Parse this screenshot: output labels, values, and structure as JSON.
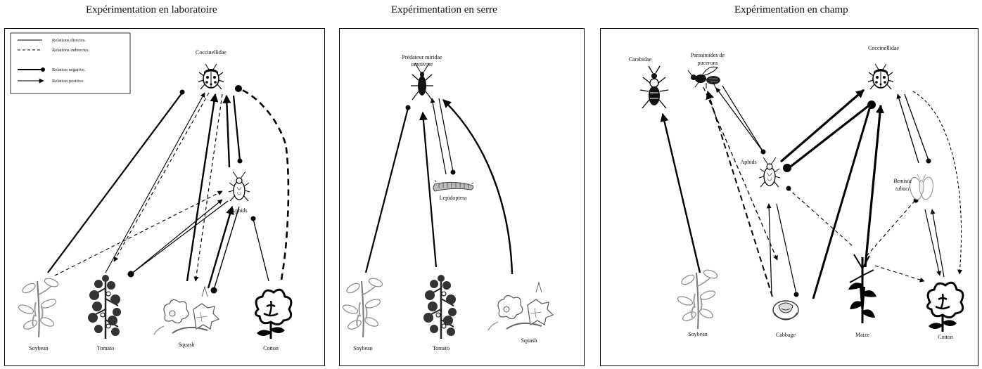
{
  "titles": {
    "lab": "Expérimentation en laboratoire",
    "greenhouse": "Expérimentation en serre",
    "field": "Expérimentation en champ"
  },
  "legend": {
    "direct": "Relations directes.",
    "indirect": "Relations indirectes.",
    "negative": "Relation négative.",
    "positive": "Relation positive."
  },
  "lab": {
    "coccinellidae": "Coccinellidae",
    "aphids": "Aphids",
    "soybean": "Soybean",
    "tomato": "Tomato",
    "squash": "Squash",
    "cotton": "Cotton"
  },
  "greenhouse": {
    "predator_line1": "Prédateur miridae",
    "predator_line2": "omnivore",
    "lepidoptera": "Lepidoptera",
    "soybean": "Soybean",
    "tomato": "Tomato",
    "squash": "Squash"
  },
  "field": {
    "carabidae": "Carabidae",
    "parasitoids_line1": "Parasitoïdes de",
    "parasitoids_line2": "pucerons",
    "coccinellidae": "Coccinellidae",
    "aphids": "Aphids",
    "bemisia_line1": "Bemisia",
    "bemisia_line2": "tabaci",
    "soybean": "Soybean",
    "cabbage": "Cabbage",
    "maize": "Maize",
    "cotton": "Cotton"
  }
}
